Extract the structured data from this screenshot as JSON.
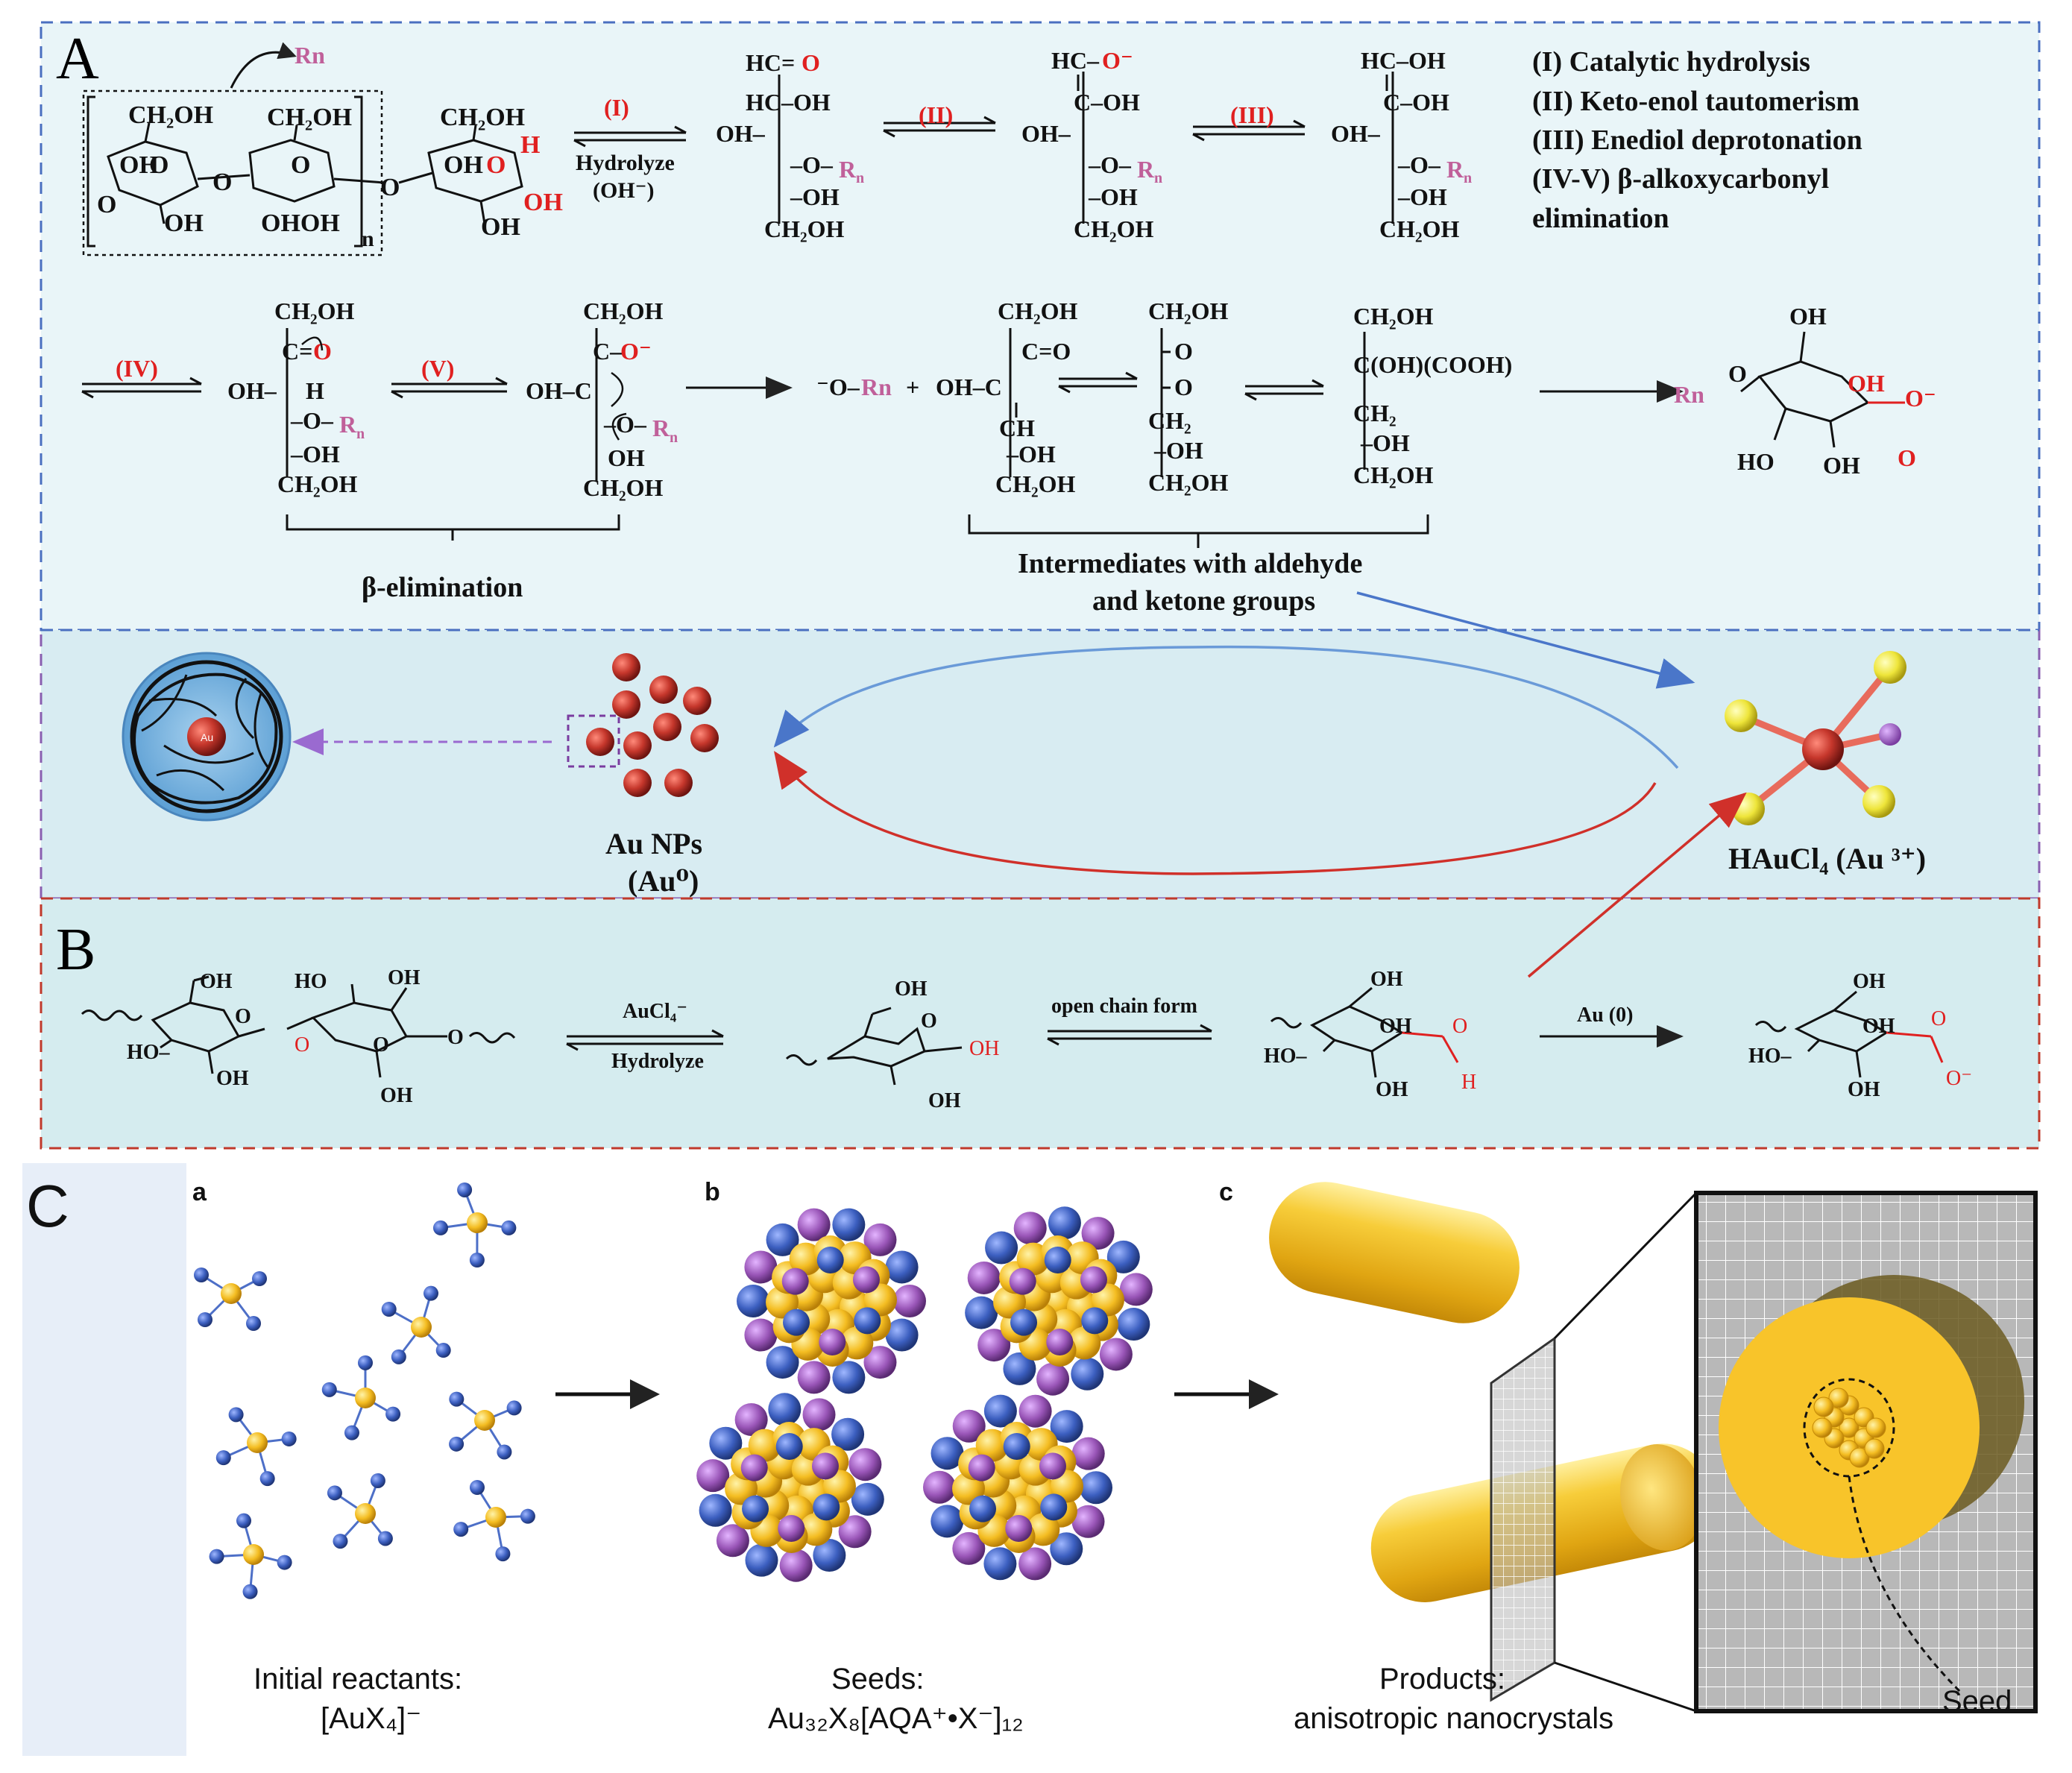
{
  "panels": {
    "A": {
      "label": "A",
      "legend": [
        "(I)   Catalytic hydrolysis",
        "(II)   Keto-enol tautomerism",
        "(III) Enediol deprotonation",
        "(IV-V)  β-alkoxycarbonyl",
        "elimination"
      ],
      "top_substituent": "Rn",
      "polymer_n": "n",
      "steps": {
        "I": "(I)",
        "II": "(II)",
        "III": "(III)",
        "IV": "(IV)",
        "V": "(V)",
        "hydrolyze": "Hydrolyze",
        "oh_minus": "(OH⁻)"
      },
      "beta_elimination": "β-elimination",
      "intermediates_label": [
        "Intermediates  with  aldehyde",
        "and ketone groups"
      ],
      "au_nps": [
        "Au NPs",
        "(Au⁰)"
      ],
      "haucl4": "HAuCl₄ (Au ³⁺)",
      "au_core": "Au"
    },
    "B": {
      "label": "B",
      "step1_top": "AuCl₄⁻",
      "step1_bottom": "Hydrolyze",
      "step2_top": "open chain form",
      "step3_top": "Au (0)"
    },
    "C": {
      "label": "C",
      "sub_a": "a",
      "sub_b": "b",
      "sub_c": "c",
      "caption_a": [
        "Initial reactants:",
        "[AuX₄]⁻"
      ],
      "caption_b": [
        "Seeds:",
        "Au₃₂X₈[AQA⁺•X⁻]₁₂"
      ],
      "caption_c": [
        "Products:",
        "anisotropic nanocrystals"
      ],
      "seed_label": "Seed"
    }
  },
  "colors": {
    "panelA_bg": "#e9f5f8",
    "panelB_bg": "#dbeff2",
    "blue_border": "#4a6fc0",
    "purple_border": "#8a5fb0",
    "red_border": "#c0392b",
    "red_text": "#e02020",
    "pink_text": "#c0609a",
    "gold": "#f6c12e",
    "np_red": "#c0332a",
    "ligand_blue": "#3f65c0",
    "ligand_purple": "#9a5cb4",
    "haucl4_yellow": "#f0e43c"
  }
}
